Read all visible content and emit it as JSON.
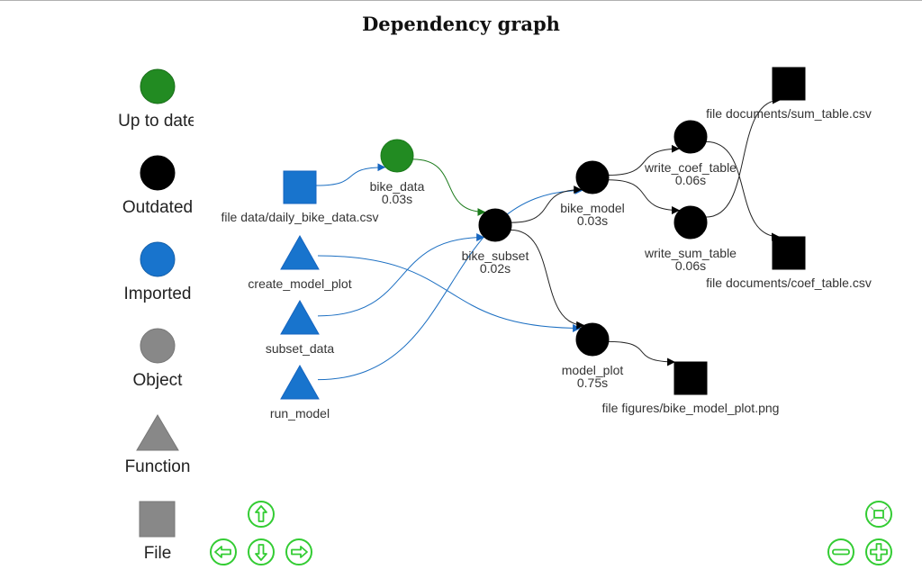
{
  "title": "Dependency graph",
  "colors": {
    "up_to_date": "#228B22",
    "outdated": "#000000",
    "imported": "#1874CD",
    "object": "#888888",
    "function": "#888888",
    "file": "#888888",
    "edge_imported": "#1874CD",
    "edge_up_to_date": "#228B22",
    "edge_outdated": "#000000",
    "nav_button": "#33CC33"
  },
  "legend": [
    {
      "label": "Up to date",
      "shape": "circle",
      "color": "#228B22"
    },
    {
      "label": "Outdated",
      "shape": "circle",
      "color": "#000000"
    },
    {
      "label": "Imported",
      "shape": "circle",
      "color": "#1874CD"
    },
    {
      "label": "Object",
      "shape": "circle",
      "color": "#888888"
    },
    {
      "label": "Function",
      "shape": "triangle",
      "color": "#888888"
    },
    {
      "label": "File",
      "shape": "square",
      "color": "#888888"
    }
  ],
  "nodes": [
    {
      "id": "file_daily",
      "label": "file data/daily_bike_data.csv",
      "time": "",
      "shape": "square",
      "status": "imported"
    },
    {
      "id": "create_model_plot",
      "label": "create_model_plot",
      "time": "",
      "shape": "triangle",
      "status": "imported"
    },
    {
      "id": "subset_data",
      "label": "subset_data",
      "time": "",
      "shape": "triangle",
      "status": "imported"
    },
    {
      "id": "run_model",
      "label": "run_model",
      "time": "",
      "shape": "triangle",
      "status": "imported"
    },
    {
      "id": "bike_data",
      "label": "bike_data",
      "time": "0.03s",
      "shape": "circle",
      "status": "up_to_date"
    },
    {
      "id": "bike_subset",
      "label": "bike_subset",
      "time": "0.02s",
      "shape": "circle",
      "status": "outdated"
    },
    {
      "id": "bike_model",
      "label": "bike_model",
      "time": "0.03s",
      "shape": "circle",
      "status": "outdated"
    },
    {
      "id": "model_plot",
      "label": "model_plot",
      "time": "0.75s",
      "shape": "circle",
      "status": "outdated"
    },
    {
      "id": "write_coef_table",
      "label": "write_coef_table",
      "time": "0.06s",
      "shape": "circle",
      "status": "outdated"
    },
    {
      "id": "write_sum_table",
      "label": "write_sum_table",
      "time": "0.06s",
      "shape": "circle",
      "status": "outdated"
    },
    {
      "id": "file_sum",
      "label": "file documents/sum_table.csv",
      "time": "",
      "shape": "square",
      "status": "outdated"
    },
    {
      "id": "file_coef",
      "label": "file documents/coef_table.csv",
      "time": "",
      "shape": "square",
      "status": "outdated"
    },
    {
      "id": "file_plot",
      "label": "file figures/bike_model_plot.png",
      "time": "",
      "shape": "square",
      "status": "outdated"
    }
  ],
  "edges": [
    {
      "from": "file_daily",
      "to": "bike_data",
      "status": "imported"
    },
    {
      "from": "bike_data",
      "to": "bike_subset",
      "status": "up_to_date"
    },
    {
      "from": "subset_data",
      "to": "bike_subset",
      "status": "imported"
    },
    {
      "from": "run_model",
      "to": "bike_model",
      "status": "imported"
    },
    {
      "from": "create_model_plot",
      "to": "model_plot",
      "status": "imported"
    },
    {
      "from": "bike_subset",
      "to": "bike_model",
      "status": "outdated"
    },
    {
      "from": "bike_subset",
      "to": "model_plot",
      "status": "outdated"
    },
    {
      "from": "bike_model",
      "to": "write_coef_table",
      "status": "outdated"
    },
    {
      "from": "bike_model",
      "to": "write_sum_table",
      "status": "outdated"
    },
    {
      "from": "write_coef_table",
      "to": "file_coef",
      "status": "outdated"
    },
    {
      "from": "write_sum_table",
      "to": "file_sum",
      "status": "outdated"
    },
    {
      "from": "model_plot",
      "to": "file_plot",
      "status": "outdated"
    }
  ],
  "navigation": {
    "up": "arrow-up",
    "down": "arrow-down",
    "left": "arrow-left",
    "right": "arrow-right",
    "fit": "zoom-extends",
    "zoom_out": "zoom-out",
    "zoom_in": "zoom-in"
  }
}
